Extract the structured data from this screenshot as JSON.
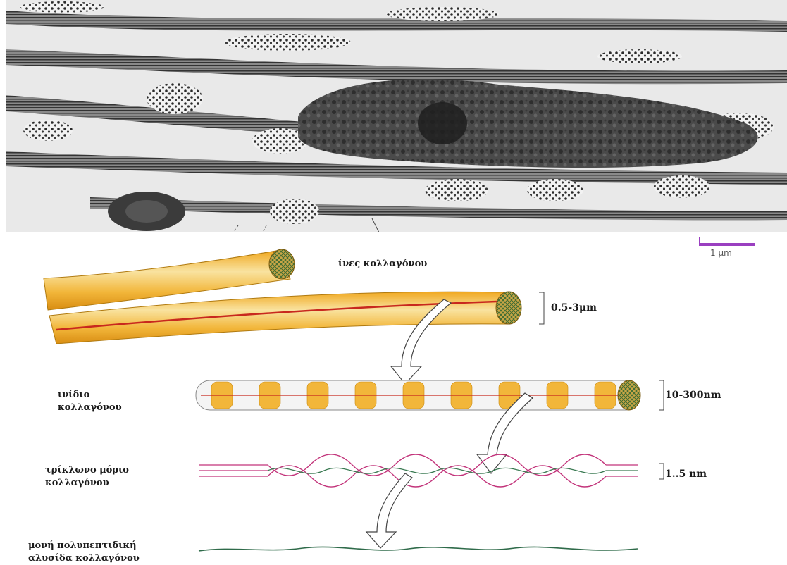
{
  "labels": {
    "fibers": "ίνες κολλαγόνου",
    "fibril_line1": "ινίδιο",
    "fibril_line2": "κολλαγόνου",
    "triple_line1": "τρίκλωνο μόριο",
    "triple_line2": "κολλαγόνου",
    "single_line1": "μονή πολυπεπτιδική",
    "single_line2": "αλυσίδα κολλαγόνου"
  },
  "measurements": {
    "fiber_size": "0.5-3μm",
    "fibril_size": "10-300nm",
    "molecule_size": "1..5 nm"
  },
  "scale_bar": {
    "label": "1 μm",
    "color": "#9a3fc0"
  },
  "colors": {
    "fiber_yellow": "#f2b63a",
    "fiber_light": "#f9e3a0",
    "core_red": "#c8281e",
    "helix_pink": "#c2337a",
    "helix_green": "#3a7a52",
    "chain_green": "#2f6b4a"
  }
}
